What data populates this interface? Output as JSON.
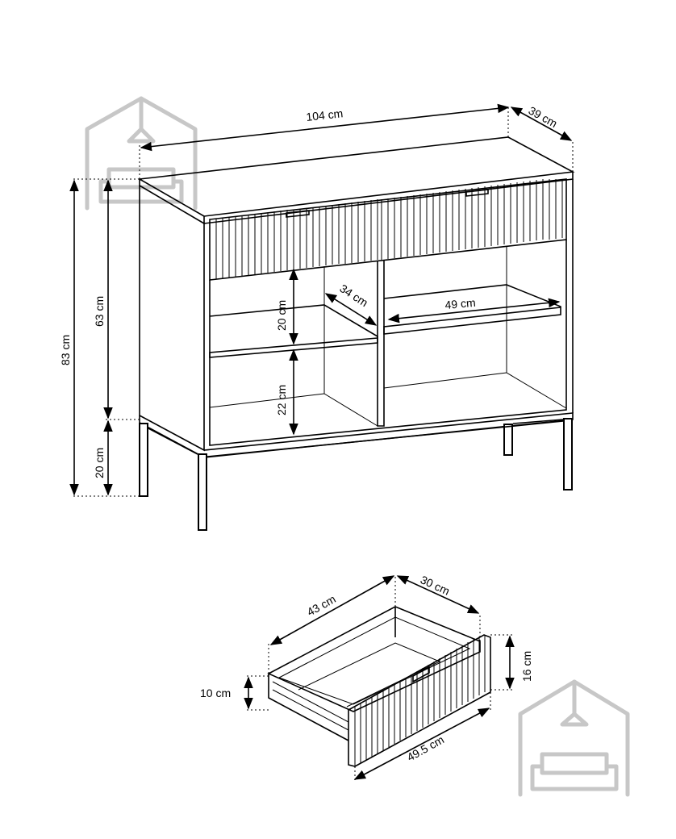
{
  "cabinet": {
    "width_label": "104 cm",
    "depth_label": "39 cm",
    "total_height_label": "83 cm",
    "body_height_label": "63 cm",
    "leg_height_label": "20 cm",
    "shelf_depth_label": "34 cm",
    "shelf_width_label": "49 cm",
    "upper_clearance_label": "20 cm",
    "lower_clearance_label": "22 cm"
  },
  "drawer": {
    "length_label": "43 cm",
    "depth_label": "30 cm",
    "front_height_label": "16 cm",
    "side_height_label": "10 cm",
    "front_width_label": "49.5 cm"
  },
  "watermark": {
    "icon": "home-sofa-icon",
    "color": "#c7c7c7"
  }
}
